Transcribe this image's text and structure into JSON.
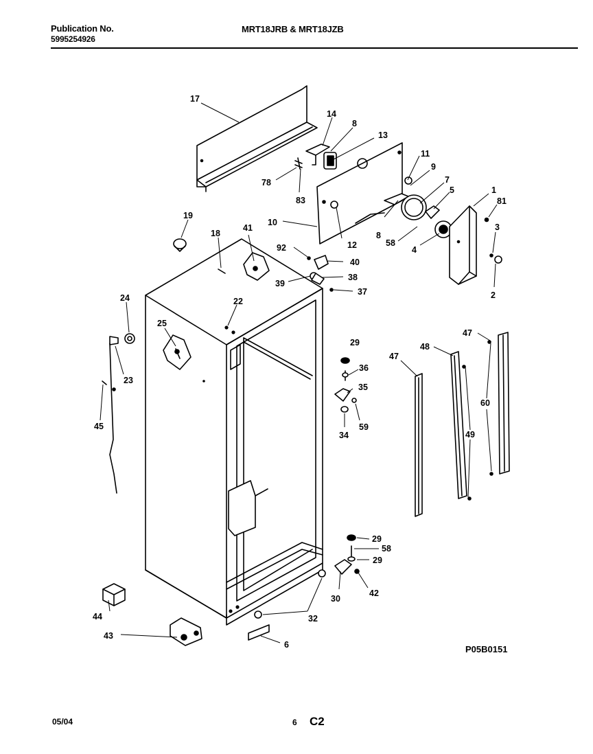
{
  "header": {
    "publication_label": "Publication No.",
    "publication_number": "5995254926",
    "models": "MRT18JRB & MRT18JZB"
  },
  "diagram": {
    "code": "P05B0151",
    "callouts": {
      "c17": "17",
      "c14": "14",
      "c8a": "8",
      "c13": "13",
      "c11": "11",
      "c9": "9",
      "c7": "7",
      "c5": "5",
      "c1": "1",
      "c81": "81",
      "c3": "3",
      "c2": "2",
      "c4": "4",
      "c58a": "58",
      "c8b": "8",
      "c12": "12",
      "c10": "10",
      "c78": "78",
      "c83": "83",
      "c19": "19",
      "c18": "18",
      "c41": "41",
      "c92": "92",
      "c40": "40",
      "c38": "38",
      "c39": "39",
      "c37": "37",
      "c24": "24",
      "c22": "22",
      "c25": "25",
      "c23": "23",
      "c45": "45",
      "c29a": "29",
      "c36": "36",
      "c35": "35",
      "c34": "34",
      "c59": "59",
      "c47a": "47",
      "c48": "48",
      "c47b": "47",
      "c60": "60",
      "c49": "49",
      "c29b": "29",
      "c58b": "58",
      "c29c": "29",
      "c30": "30",
      "c42": "42",
      "c32": "32",
      "c44": "44",
      "c43": "43",
      "c6": "6"
    }
  },
  "footer": {
    "date": "05/04",
    "page": "6",
    "section": "C2"
  }
}
